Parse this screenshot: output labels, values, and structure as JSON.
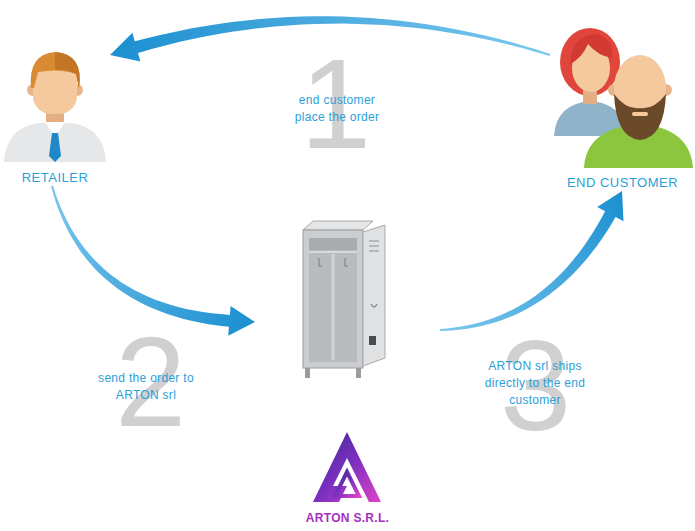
{
  "diagram": {
    "nodes": [
      {
        "text": [
          "RETAILER"
        ]
      },
      {
        "text": [
          "END CUSTOMER"
        ]
      },
      {
        "text": [
          "ARTON S.R.L."
        ]
      }
    ],
    "edges": [
      {
        "from": 1,
        "to": 0,
        "arrow": "to",
        "label": "end customer place the order"
      },
      {
        "from": 0,
        "to": 2,
        "arrow": "to",
        "label": "send the order to ARTON srl"
      },
      {
        "from": 2,
        "to": 1,
        "arrow": "to",
        "label": "ARTON srl ships directly to the end customer"
      }
    ],
    "labels": [
      "1",
      "2",
      "3"
    ]
  }
}
